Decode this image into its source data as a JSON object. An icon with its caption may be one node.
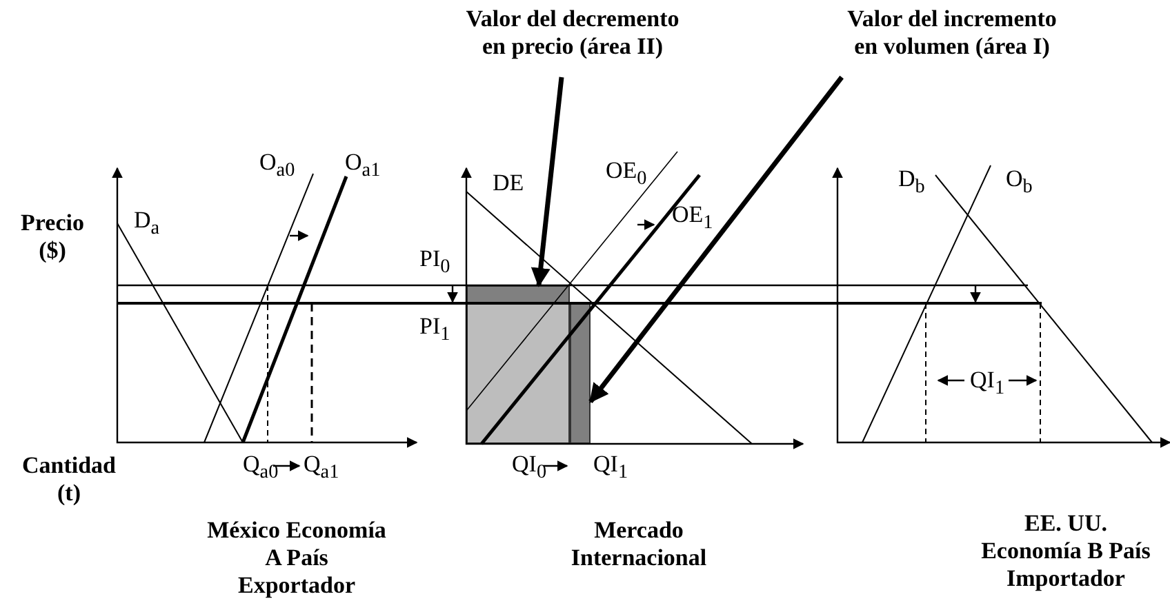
{
  "diagram": {
    "nodes": [
      {
        "text": [
          "Valor del decremento en precio (área II)"
        ]
      },
      {
        "text": [
          "Valor del incremento en volumen (área I)"
        ]
      },
      {
        "text": [],
        "shape": "box"
      },
      {
        "text": [],
        "shape": "box"
      },
      {
        "text": [],
        "shape": "box"
      }
    ],
    "edges": [
      {
        "from": 0,
        "to": 2,
        "arrow": "to"
      },
      {
        "from": 1,
        "to": 3,
        "arrow": "to"
      }
    ],
    "labels": [
      "Precio ($)",
      "D$_{a}$",
      "O$_{a0}$",
      "O$_{a1}$",
      "Cantidad (t)",
      "Q$_{a0}$",
      "Q$_{a1}$",
      "México Economía A País Exportador",
      "DE",
      "OE$_{0}$",
      "OE$_{1}$",
      "PI$_{0}$",
      "PI$_{1}$",
      "QI$_{0}$",
      "QI$_{1}$",
      "Mercado Internacional",
      "D$_{b}$",
      "O$_{b}$",
      "QI$_{1}$",
      "EE. UU. Economía B País Importador"
    ]
  }
}
